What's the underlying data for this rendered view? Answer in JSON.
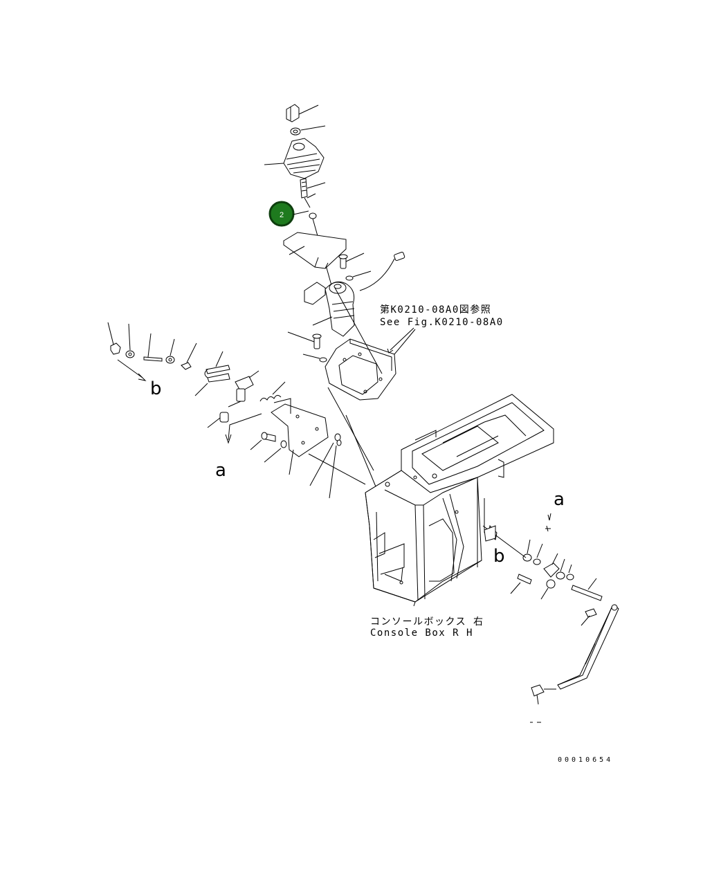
{
  "reference": {
    "line1": "第K0210-08A0図参照",
    "line2": "See Fig.K0210-08A0"
  },
  "console": {
    "line1": "コンソールボックス 右",
    "line2": "Console Box R H"
  },
  "markers": {
    "a_left": "a",
    "b_left": "b",
    "a_right": "a",
    "b_right": "b"
  },
  "callout": {
    "number": "2",
    "color": "#1e7a1e"
  },
  "drawing_code": "00010654"
}
